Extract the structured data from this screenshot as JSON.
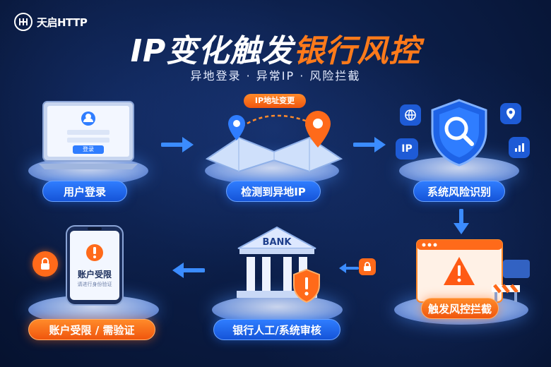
{
  "brand": {
    "name": "天启HTTP"
  },
  "title": {
    "part1": "IP变化触发",
    "part2": "银行风控"
  },
  "subtitle": "异地登录 · 异常IP · 风险拦截",
  "steps": [
    {
      "label": "用户登录"
    },
    {
      "label": "检测到异地IP"
    },
    {
      "label": "系统风险识别"
    },
    {
      "label": "触发风控拦截"
    },
    {
      "label": "银行人工/系统审核"
    },
    {
      "label": "账户受限 / 需验证"
    }
  ],
  "laptop": {
    "button_label": "登录"
  },
  "map": {
    "badge": "IP地址变更"
  },
  "risk": {
    "ip_badge": "IP"
  },
  "bank": {
    "sign": "BANK"
  },
  "phone": {
    "title": "账户受限",
    "hint": "请进行身份验证"
  },
  "colors": {
    "accent": "#2f7dff",
    "warning": "#ff6a1a",
    "bg": "#0b1d46"
  }
}
